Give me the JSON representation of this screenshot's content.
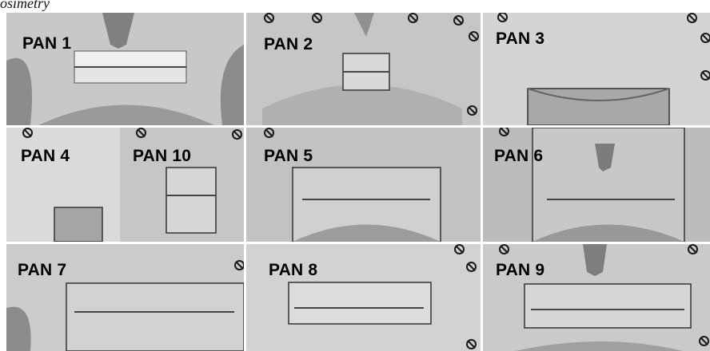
{
  "caption": "osimetry",
  "panels": [
    {
      "label": "PAN 1"
    },
    {
      "label": "PAN 2"
    },
    {
      "label": "PAN 3"
    },
    {
      "label": "PAN 4"
    },
    {
      "label": "PAN 10"
    },
    {
      "label": "PAN 5"
    },
    {
      "label": "PAN 6"
    },
    {
      "label": "PAN 7"
    },
    {
      "label": "PAN 8"
    },
    {
      "label": "PAN 9"
    }
  ],
  "icons": {
    "marker": "stop-icon"
  }
}
